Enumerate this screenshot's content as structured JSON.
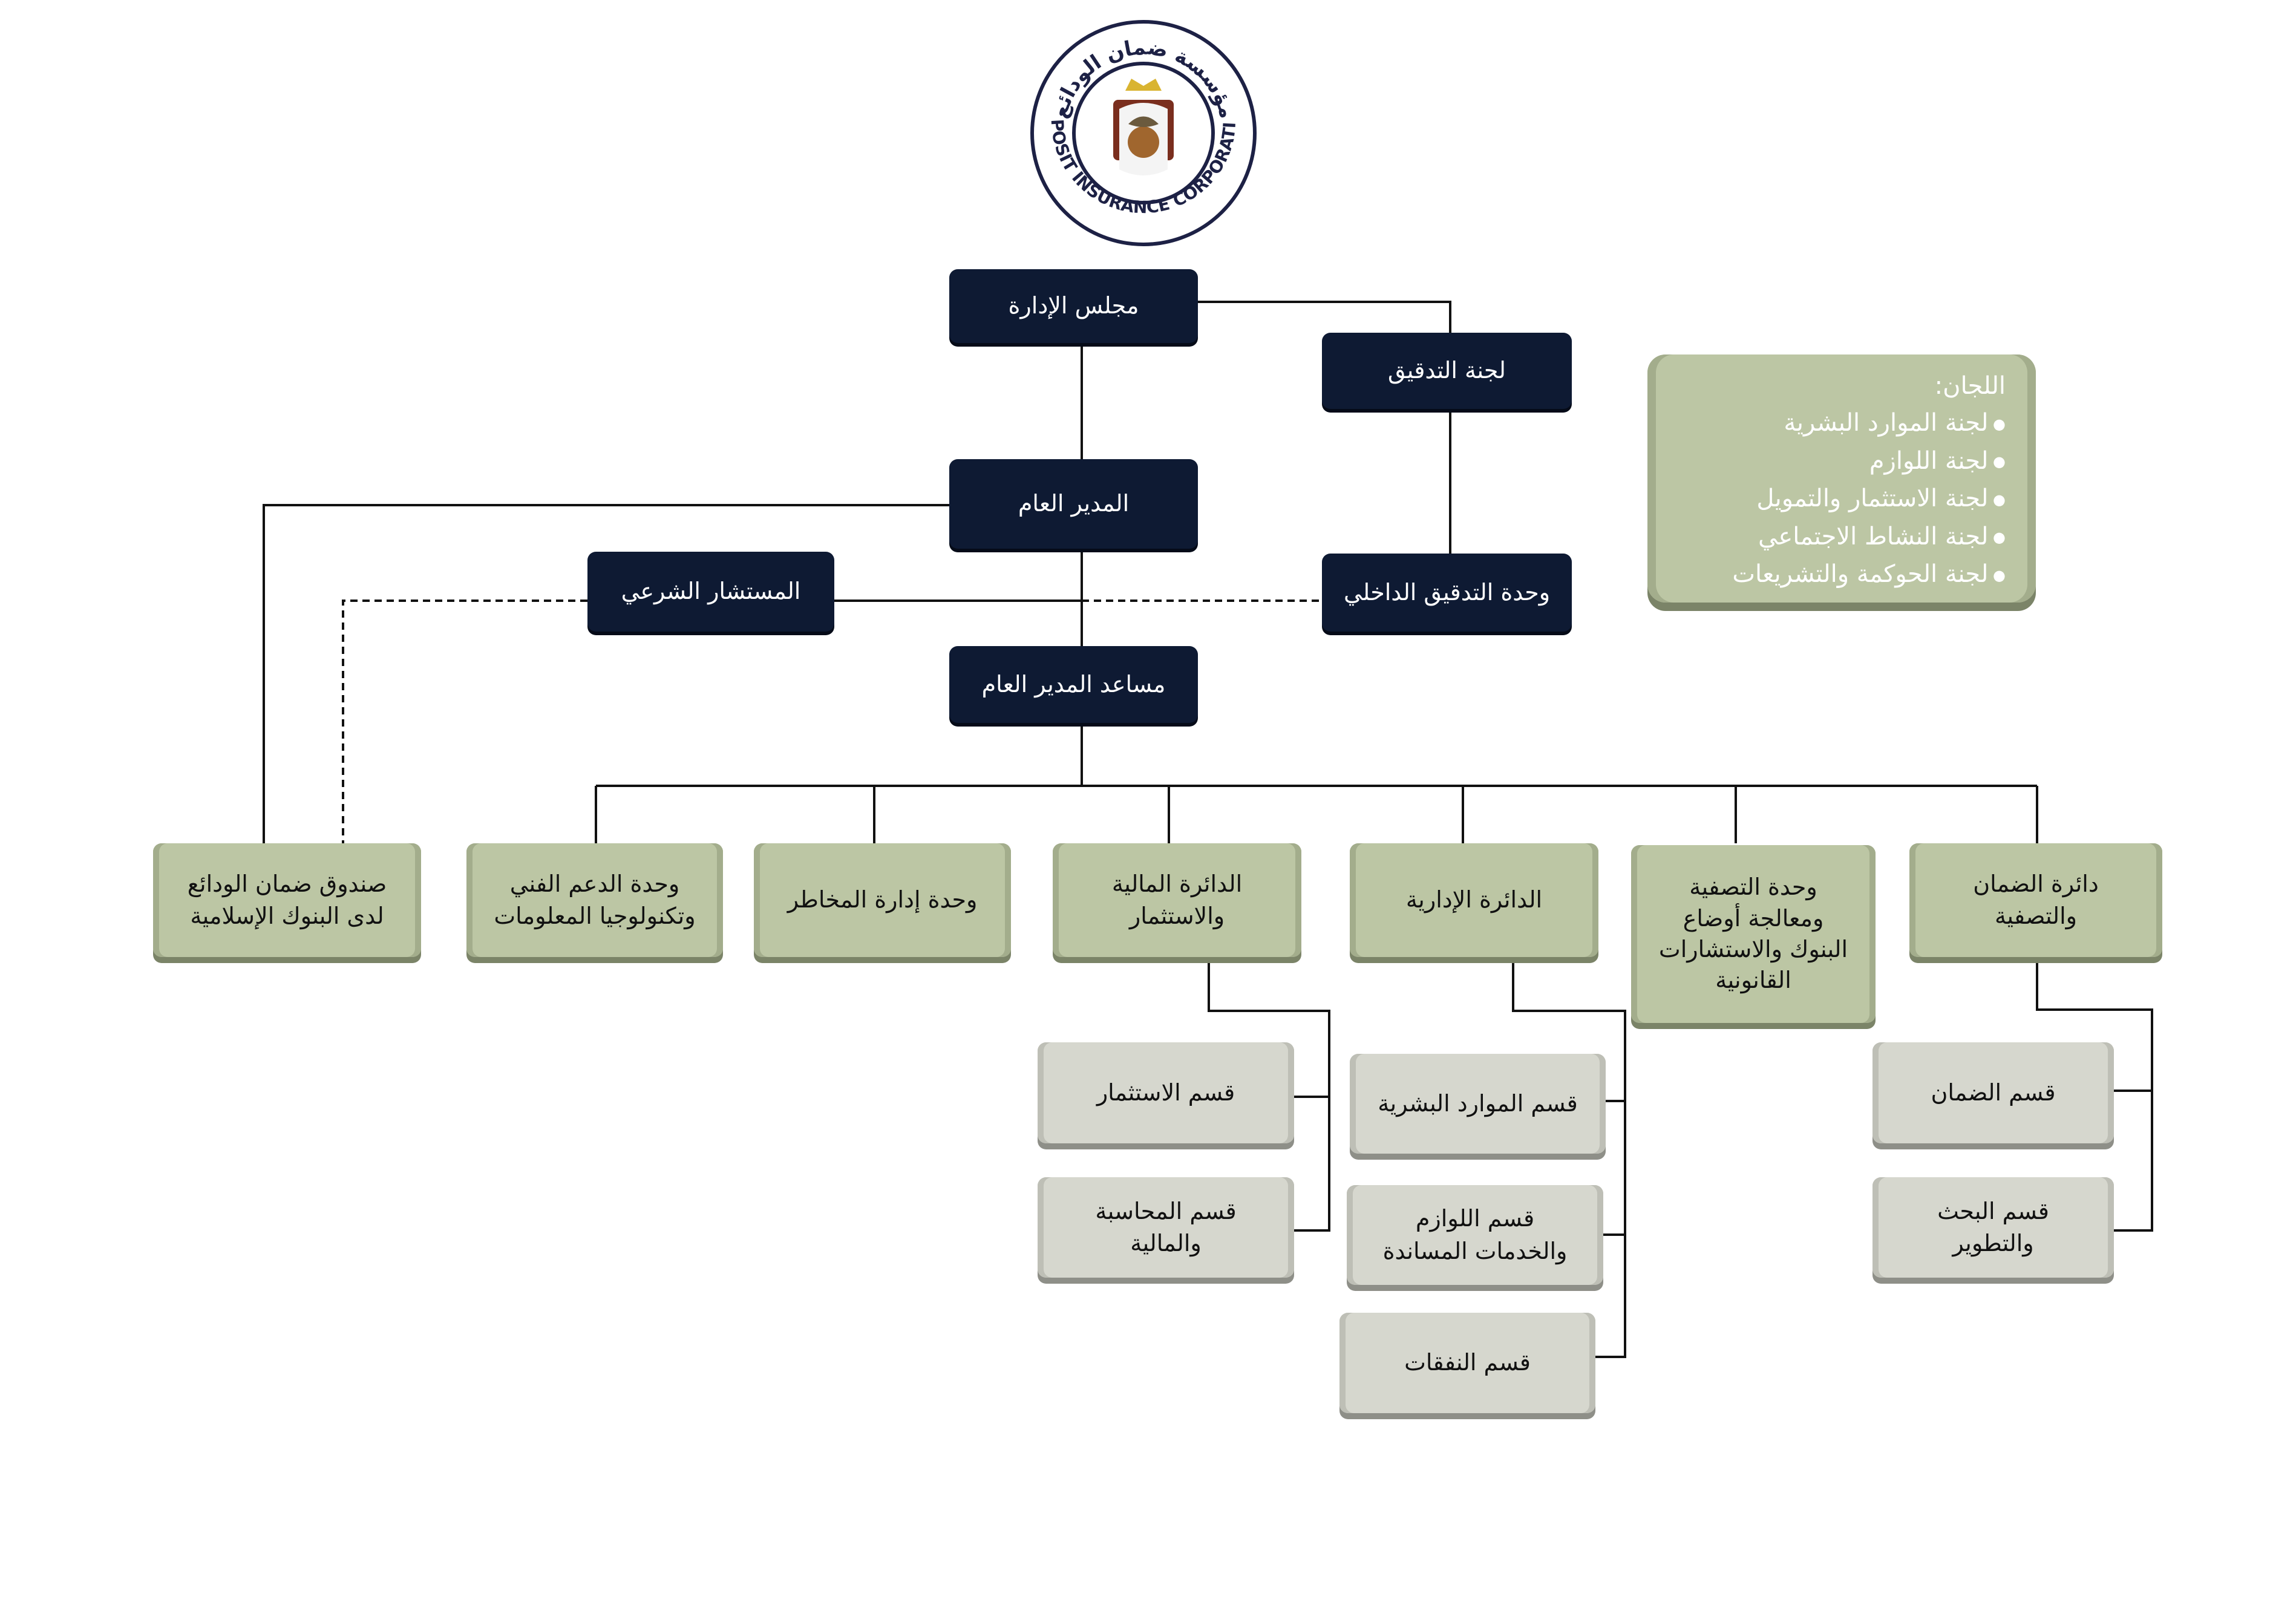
{
  "logo": {
    "arabic_name": "مؤسسة ضمان الودائع",
    "english_name": "DEPOSIT INSURANCE CORPORATION"
  },
  "top": {
    "board": "مجلس الإدارة",
    "audit_committee": "لجنة التدقيق",
    "general_manager": "المدير العام",
    "sharia_advisor": "المستشار الشرعي",
    "internal_audit": "وحدة التدقيق الداخلي",
    "assistant_gm": "مساعد المدير العام"
  },
  "committees": {
    "title": "اللجان:",
    "items": [
      "لجنة الموارد البشرية",
      "لجنة اللوازم",
      "لجنة الاستثمار والتمويل",
      "لجنة النشاط الاجتماعي",
      "لجنة الحوكمة والتشريعات"
    ]
  },
  "departments": {
    "islamic_fund": [
      "صندوق ضمان الودائع",
      "لدى البنوك الإسلامية"
    ],
    "it_support": [
      "وحدة الدعم الفني",
      "وتكنولوجيا المعلومات"
    ],
    "risk": "وحدة إدارة المخاطر",
    "finance": [
      "الدائرة المالية",
      "والاستثمار"
    ],
    "admin": "الدائرة الإدارية",
    "liquidation_unit": [
      "وحدة التصفية",
      "ومعالجة أوضاع",
      "البنوك والاستشارات",
      "القانونية"
    ],
    "guarantee": [
      "دائرة الضمان",
      "والتصفية"
    ]
  },
  "sections": {
    "investment": "قسم الاستثمار",
    "accounting": [
      "قسم المحاسبة",
      "والمالية"
    ],
    "hr": "قسم الموارد البشرية",
    "supplies": [
      "قسم اللوازم",
      "والخدمات المساندة"
    ],
    "expenses": "قسم النفقات",
    "guarantee_section": "قسم الضمان",
    "research": [
      "قسم البحث",
      "والتطوير"
    ]
  }
}
